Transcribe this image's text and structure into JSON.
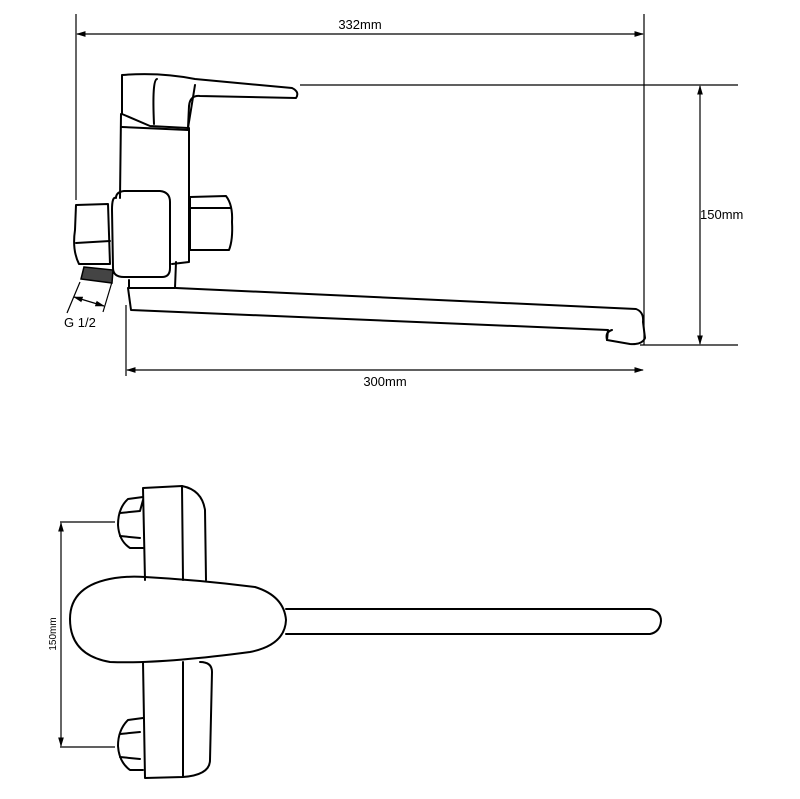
{
  "side_view": {
    "total_length_label": "332mm",
    "height_label": "150mm",
    "spout_length_label": "300mm",
    "thread_label": "G 1/2"
  },
  "top_view": {
    "center_distance_label": "150mm"
  }
}
